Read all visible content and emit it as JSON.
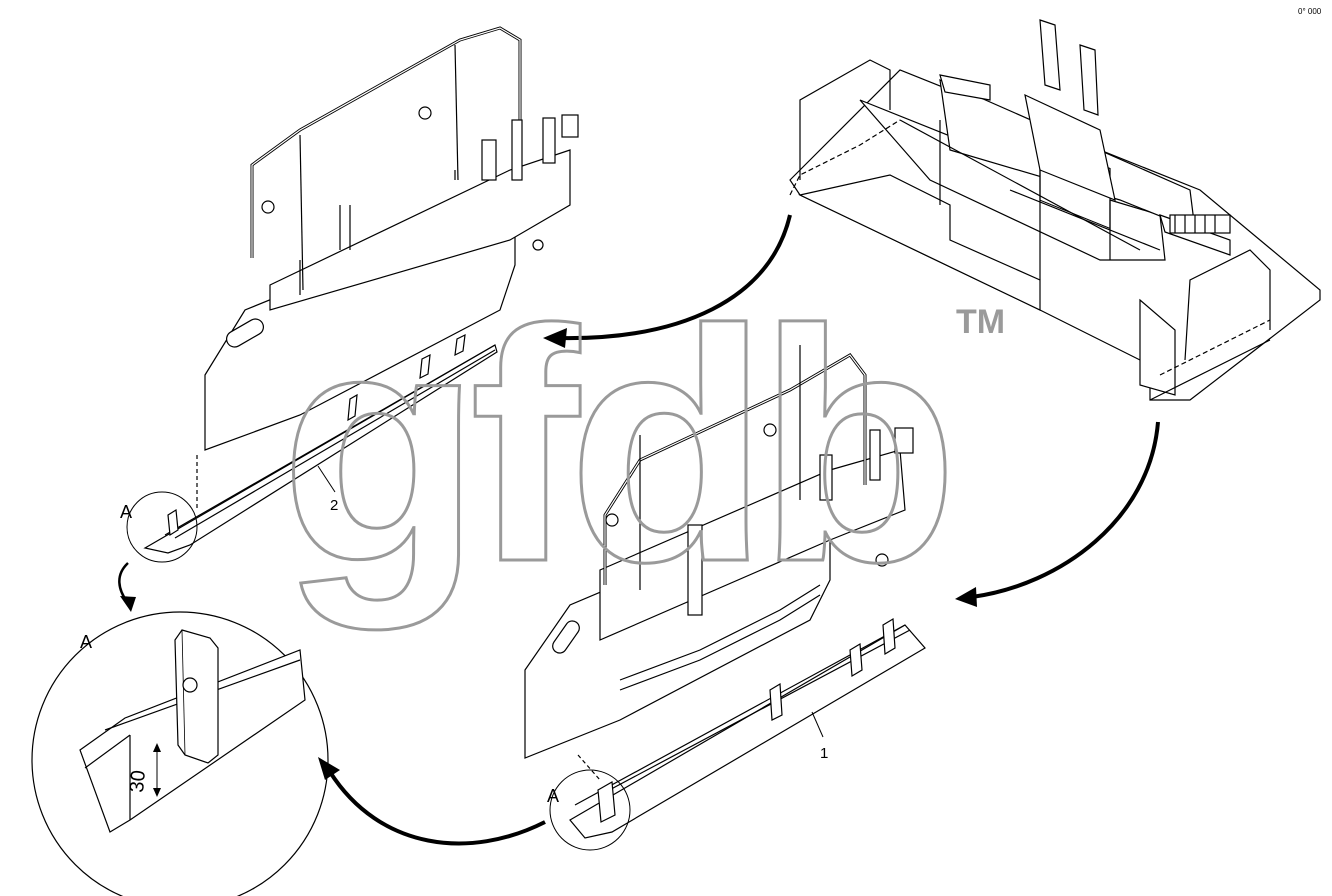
{
  "watermark": {
    "text": "gfdb",
    "tm": "TM"
  },
  "callouts": {
    "detail_a_top": "A",
    "detail_a_bottom": "A",
    "detail_a_circle": "A",
    "part_1": "1",
    "part_2": "2"
  },
  "dimension": {
    "value": "30"
  },
  "page_id": "0° 000"
}
